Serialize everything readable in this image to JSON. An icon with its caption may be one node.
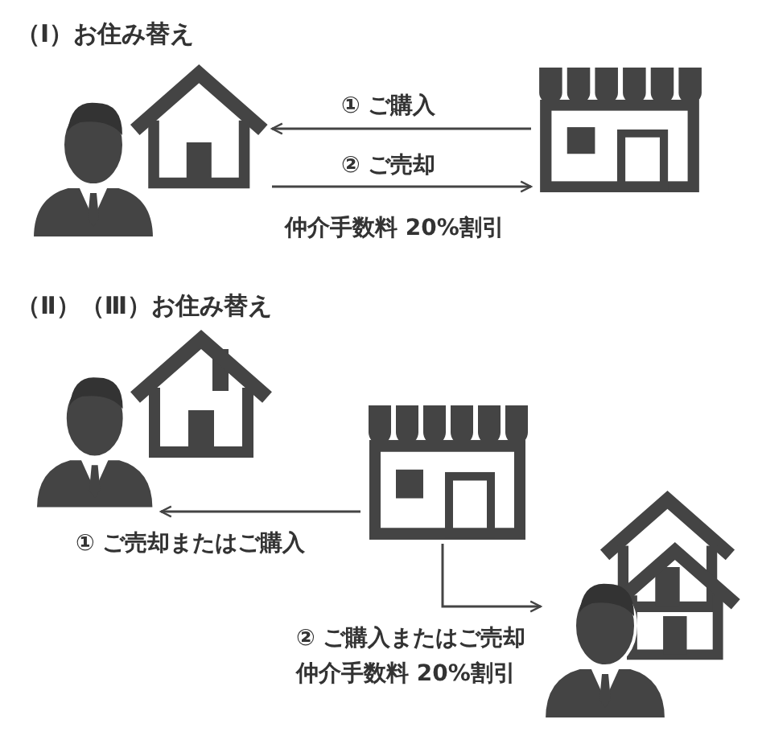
{
  "diagram": {
    "nodes": [
      {
        "text": [],
        "shape": "picture"
      },
      {
        "text": [],
        "shape": "picture"
      },
      {
        "text": [],
        "shape": "picture"
      },
      {
        "text": [],
        "shape": "picture"
      },
      {
        "text": [],
        "shape": "picture"
      }
    ],
    "edges": [
      {
        "from": 1,
        "to": 0,
        "arrow": "to",
        "label": "① ご購入"
      },
      {
        "from": 0,
        "to": 1,
        "arrow": "to",
        "label": "② ご売却"
      },
      {
        "from": 3,
        "to": 2,
        "arrow": "to",
        "label": "① ご売却またはご購入"
      },
      {
        "from": 3,
        "to": 4,
        "arrow": "to",
        "label": "② ご購入またはご売却"
      }
    ],
    "labels": [
      "（Ⅰ）お住み替え",
      "仲介手数料 20%割引",
      "（Ⅱ）（Ⅲ）お住み替え",
      "仲介手数料 20%割引"
    ]
  }
}
